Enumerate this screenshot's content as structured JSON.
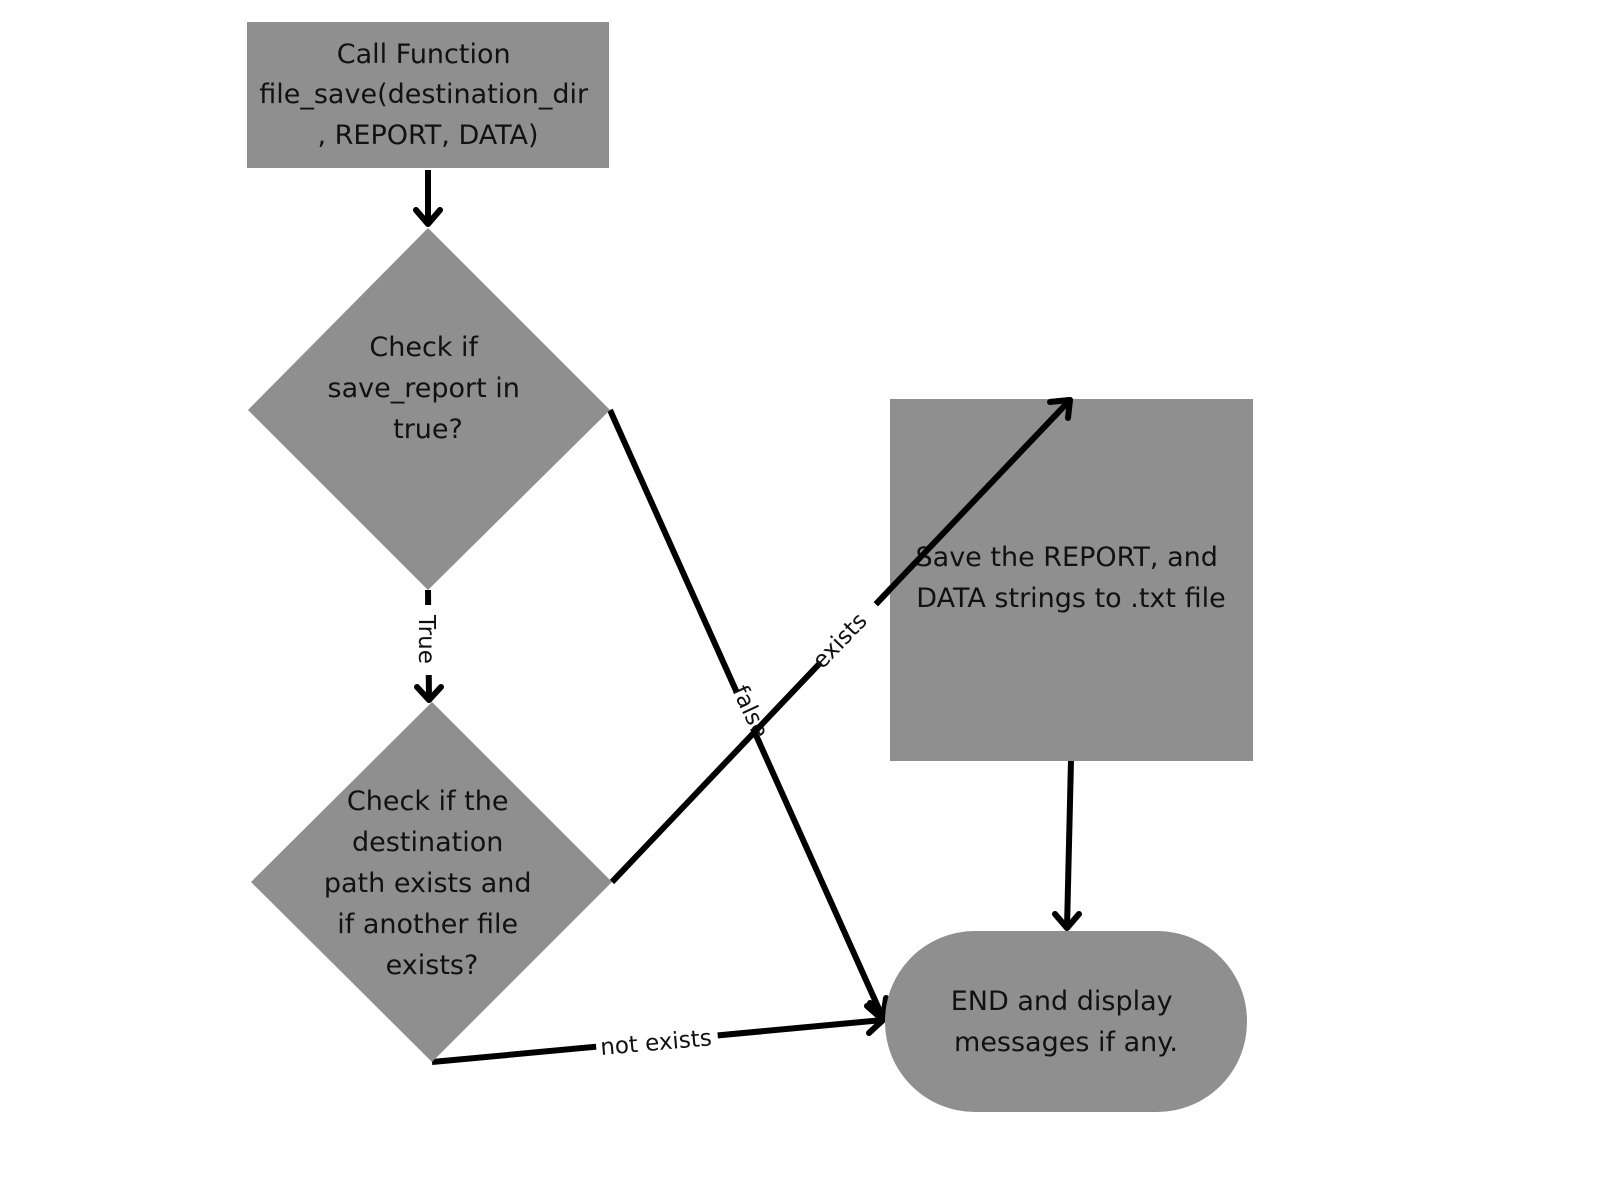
{
  "colors": {
    "node_fill": "#8f8f8f",
    "edge": "#000000",
    "text": "#111111",
    "background": "#ffffff"
  },
  "nodes": {
    "start": {
      "shape": "rectangle",
      "lines": [
        "Call Function",
        "file_save(destination_dir",
        ", REPORT, DATA)"
      ]
    },
    "decision_save_report": {
      "shape": "diamond",
      "lines": [
        "Check if",
        "save_report in",
        "true?"
      ]
    },
    "decision_path_exists": {
      "shape": "diamond",
      "lines": [
        "Check if the",
        "destination",
        "path exists and",
        "if another file",
        "exists?"
      ]
    },
    "save_process": {
      "shape": "rectangle",
      "lines": [
        "Save the REPORT, and",
        "DATA strings to .txt file"
      ]
    },
    "end": {
      "shape": "stadium",
      "lines": [
        "END and display",
        "messages if any."
      ]
    }
  },
  "edges": {
    "start_to_decision": {
      "label": ""
    },
    "decision_true": {
      "label": "True"
    },
    "decision_false": {
      "label": "false"
    },
    "path_exists": {
      "label": "exists"
    },
    "path_not_exists": {
      "label": "not exists"
    },
    "save_to_end": {
      "label": ""
    }
  }
}
